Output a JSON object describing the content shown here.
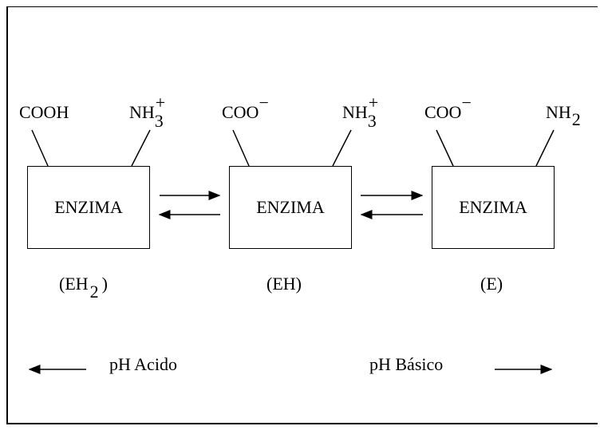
{
  "enzymes": [
    {
      "box_label": "ENZIMA",
      "left_group": "COOH",
      "left_charge": "",
      "right_group": "NH",
      "right_sub": "3",
      "right_charge": "+",
      "state_label": "EH",
      "state_sub": "2"
    },
    {
      "box_label": "ENZIMA",
      "left_group": "COO",
      "left_charge": "−",
      "right_group": "NH",
      "right_sub": "3",
      "right_charge": "+",
      "state_label": "EH",
      "state_sub": ""
    },
    {
      "box_label": "ENZIMA",
      "left_group": "COO",
      "left_charge": "−",
      "right_group": "NH",
      "right_sub": "2",
      "right_charge": "",
      "state_label": "E",
      "state_sub": ""
    }
  ],
  "ph_labels": {
    "acid": "pH  Acido",
    "basic": "pH  Básico"
  }
}
